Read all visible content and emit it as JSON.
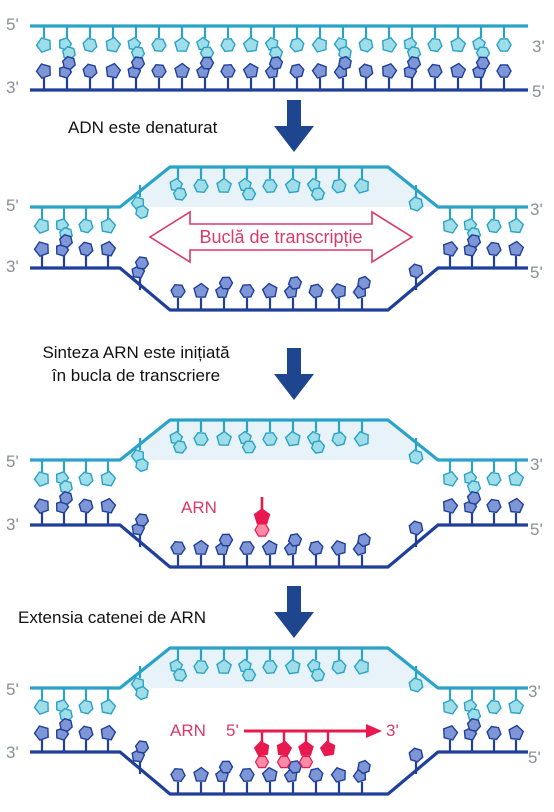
{
  "colors": {
    "top_strand": "#2aa3c6",
    "top_base_fill": "#9fdde9",
    "bottom_strand": "#1f3f9a",
    "bottom_base_fill": "#7f96d6",
    "rna": "#e8194e",
    "rna_light": "#ff8aa6",
    "arrow": "#1d468f",
    "loop_arrow": "#d93a6a",
    "bubble_fill": "#e7f3f9"
  },
  "end_labels": {
    "five_prime": "5'",
    "three_prime": "3'"
  },
  "steps": [
    {
      "caption": "ADN este denaturat"
    },
    {
      "caption_line1": "Sinteza ARN este inițiată",
      "caption_line2": "în bucla de transcriere"
    },
    {
      "caption": "Extensia catenei de ARN"
    }
  ],
  "loop_label": "Buclă de transcripție",
  "rna_label": "ARN",
  "rna_ends": {
    "five_prime": "5'",
    "three_prime": "3'"
  }
}
